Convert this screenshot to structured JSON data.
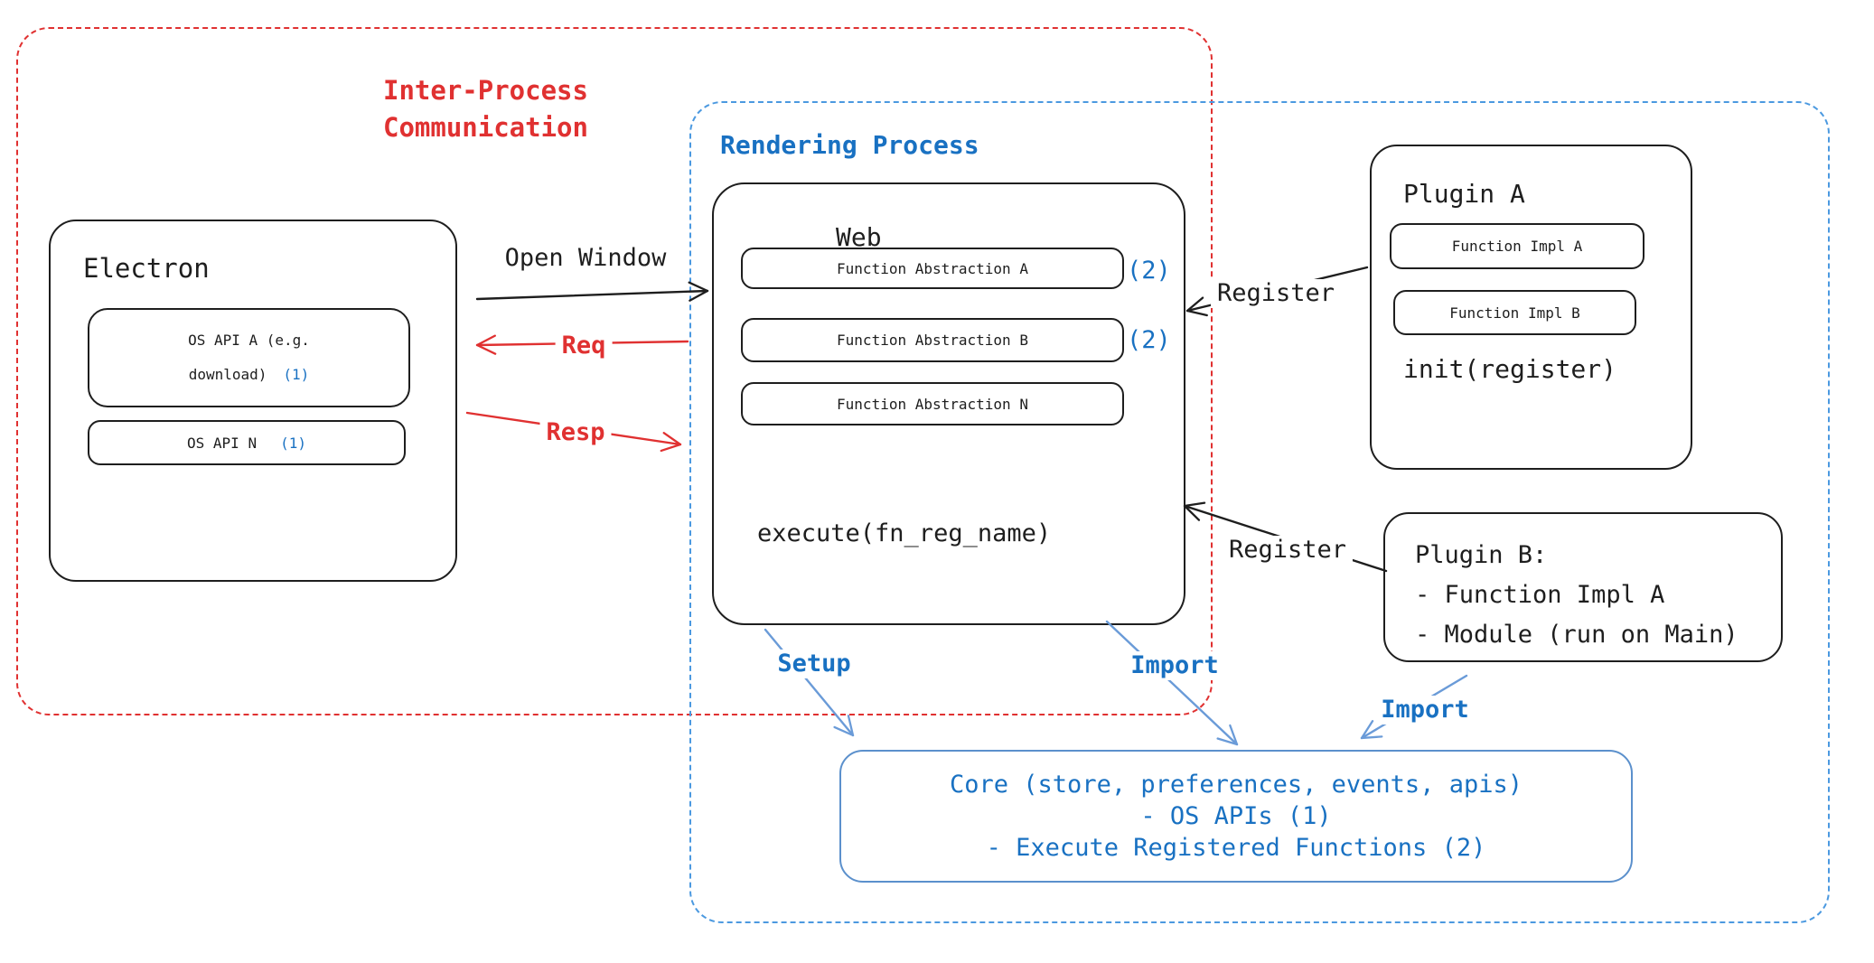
{
  "regions": {
    "ipc": {
      "title_line1": "Inter-Process",
      "title_line2": "Communication"
    },
    "rendering": {
      "title": "Rendering Process"
    }
  },
  "electron": {
    "title": "Electron",
    "os_api_a": {
      "line1": "OS API A (e.g.",
      "line2": "download)",
      "badge": "(1)"
    },
    "os_api_n": {
      "label": "OS API N",
      "badge": "(1)"
    }
  },
  "web": {
    "title": "Web",
    "fn_abstraction_a": {
      "label": "Function Abstraction A",
      "badge": "(2)"
    },
    "fn_abstraction_b": {
      "label": "Function Abstraction B",
      "badge": "(2)"
    },
    "fn_abstraction_n": {
      "label": "Function Abstraction N"
    },
    "execute": "execute(fn_reg_name)"
  },
  "plugin_a": {
    "title": "Plugin A",
    "impl_a": "Function Impl A",
    "impl_b": "Function Impl B",
    "init": "init(register)"
  },
  "plugin_b": {
    "line1": "Plugin B:",
    "line2": "- Function Impl A",
    "line3": "- Module (run on Main)"
  },
  "core": {
    "line1": "Core (store, preferences, events, apis)",
    "line2": "- OS APIs (1)",
    "line3": "- Execute Registered Functions (2)"
  },
  "arrows": {
    "open_window": "Open Window",
    "req": "Req",
    "resp": "Resp",
    "register_top": "Register",
    "register_bottom": "Register",
    "setup": "Setup",
    "import_web": "Import",
    "import_plugin": "Import"
  },
  "colors": {
    "ink": "#1e1e1e",
    "red": "#e03131",
    "blue": "#1971c2",
    "blue_dash": "#4b99e0",
    "blue_arrow": "#6a9bd8",
    "core_border": "#5b90cc"
  }
}
